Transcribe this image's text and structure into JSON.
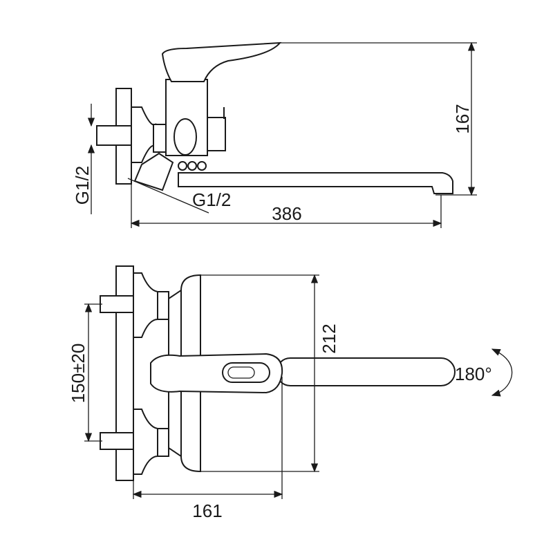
{
  "title": "Wall-mounted bath mixer with long spout — dimension drawing",
  "side_view": {
    "height_label": "167",
    "length_label": "386",
    "inlet_thread_label": "G1/2",
    "outlet_thread_label": "G1/2"
  },
  "top_view": {
    "depth_label": "212",
    "centers_label": "150±20",
    "body_length_label": "161",
    "rotation_label": "180°"
  },
  "colors": {
    "line": "#1a1a1a",
    "background": "#ffffff"
  }
}
